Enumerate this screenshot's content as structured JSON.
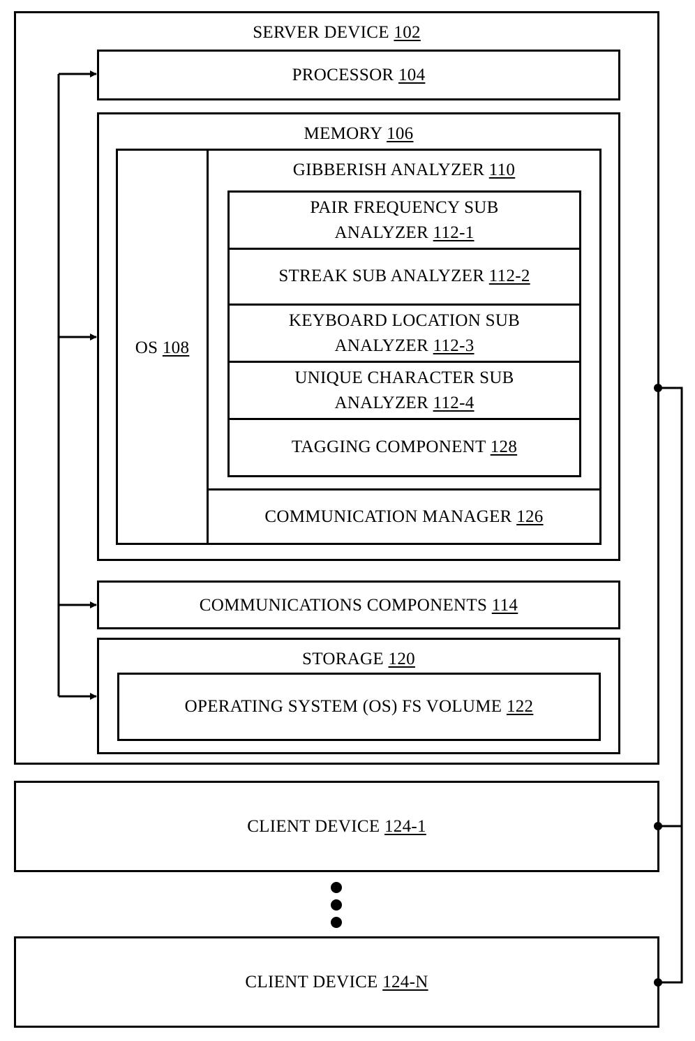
{
  "server": {
    "label": "SERVER DEVICE",
    "ref": "102"
  },
  "processor": {
    "label": "PROCESSOR",
    "ref": "104"
  },
  "memory": {
    "label": "MEMORY",
    "ref": "106"
  },
  "os": {
    "label": "OS",
    "ref": "108"
  },
  "gibberish": {
    "label": "GIBBERISH ANALYZER",
    "ref": "110"
  },
  "sub1": {
    "line1": "PAIR FREQUENCY SUB",
    "line2": "ANALYZER",
    "ref": "112-1"
  },
  "sub2": {
    "label": "STREAK SUB ANALYZER",
    "ref": "112-2"
  },
  "sub3": {
    "line1": "KEYBOARD LOCATION SUB",
    "line2": "ANALYZER",
    "ref": "112-3"
  },
  "sub4": {
    "line1": "UNIQUE CHARACTER SUB",
    "line2": "ANALYZER",
    "ref": "112-4"
  },
  "tagging": {
    "label": "TAGGING COMPONENT",
    "ref": "128"
  },
  "comm_manager": {
    "label": "COMMUNICATION MANAGER",
    "ref": "126"
  },
  "comm_components": {
    "label": "COMMUNICATIONS COMPONENTS",
    "ref": "114"
  },
  "storage": {
    "label": "STORAGE",
    "ref": "120"
  },
  "os_volume": {
    "label": "OPERATING SYSTEM (OS) FS VOLUME",
    "ref": "122"
  },
  "client1": {
    "label": "CLIENT DEVICE",
    "ref": "124-1"
  },
  "clientN": {
    "label": "CLIENT DEVICE",
    "ref": "124-N"
  }
}
